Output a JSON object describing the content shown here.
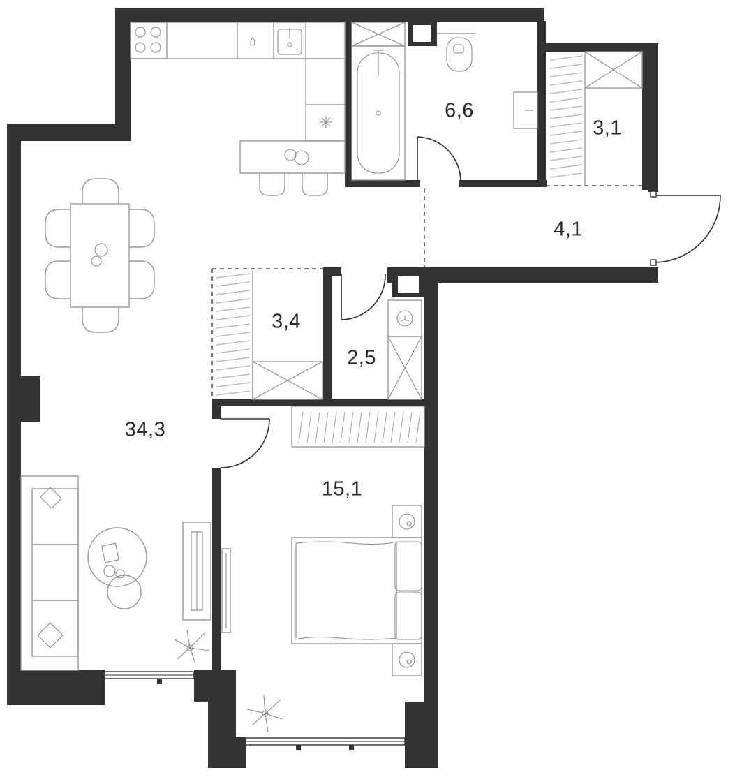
{
  "plan": {
    "rooms": [
      {
        "id": "living",
        "label": "34,3"
      },
      {
        "id": "bedroom",
        "label": "15,1"
      },
      {
        "id": "bathroom",
        "label": "6,6"
      },
      {
        "id": "wardrobe-north",
        "label": "3,1"
      },
      {
        "id": "hallway",
        "label": "4,1"
      },
      {
        "id": "wardrobe-center",
        "label": "3,4"
      },
      {
        "id": "bathroom-small",
        "label": "2,5"
      }
    ],
    "colors": {
      "wall": "#333333",
      "furniture": "#9a9a9a",
      "background": "#ffffff"
    }
  }
}
